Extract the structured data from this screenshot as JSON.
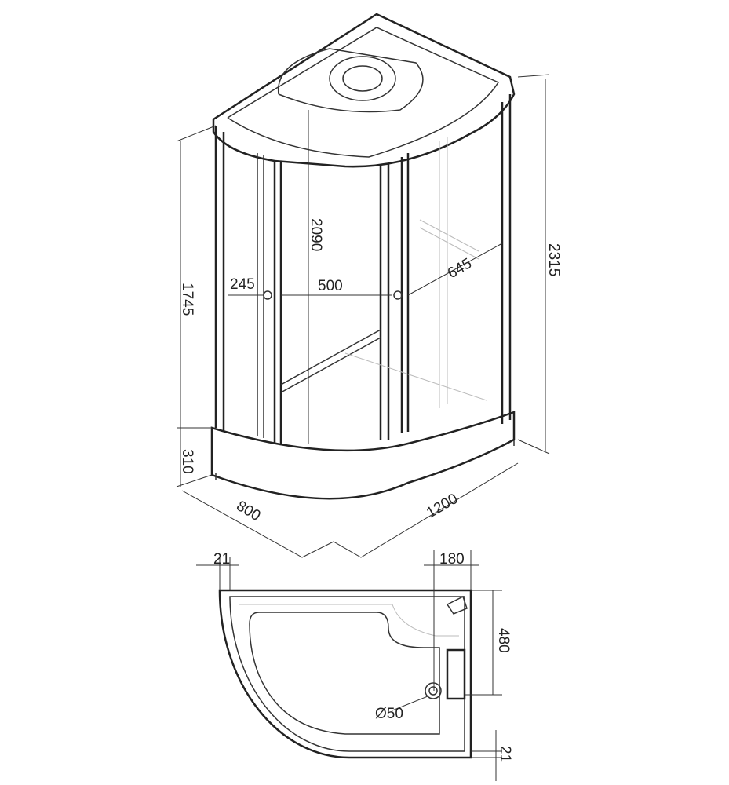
{
  "diagram": {
    "title": "Shower cabin dimensional drawing",
    "dimensions": {
      "height_frame": "1745",
      "side_panel_width": "245",
      "door_opening": "500",
      "inner_height": "2090",
      "right_panel_width": "645",
      "total_height": "2315",
      "tray_height": "310",
      "depth": "800",
      "length": "1200"
    },
    "plan_view": {
      "wall_offset_top": "21",
      "drain_offset": "180",
      "drain_depth": "480",
      "drain_diameter": "Ø50",
      "wall_offset_bottom": "21"
    }
  }
}
